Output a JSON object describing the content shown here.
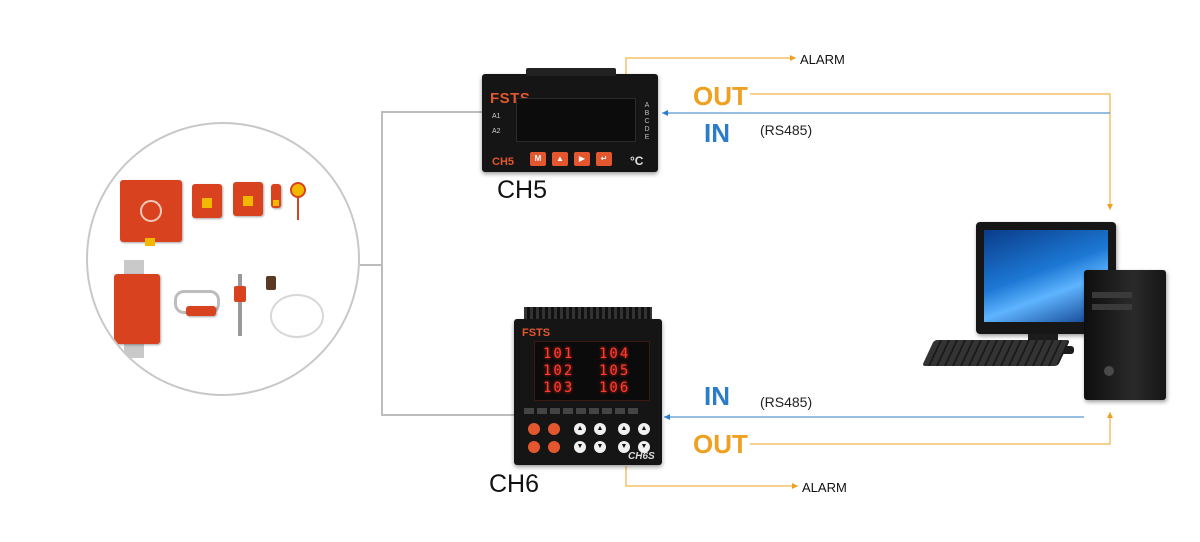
{
  "devices": {
    "ch5": {
      "name": "CH5",
      "brand": "FSTS",
      "model_tag": "CH5",
      "indicator_a1": "A1",
      "indicator_a2": "A2",
      "side_letters": [
        "A",
        "B",
        "C",
        "D",
        "E"
      ],
      "keys": [
        "M",
        "▲",
        "▶",
        "↵"
      ],
      "unit": "°C"
    },
    "ch6": {
      "name": "CH6",
      "brand": "FSTS",
      "model_tag": "CH6S",
      "display_rows": [
        [
          "101",
          "104"
        ],
        [
          "102",
          "105"
        ],
        [
          "103",
          "106"
        ]
      ]
    }
  },
  "signals": {
    "top": {
      "out": "OUT",
      "in": "IN",
      "protocol": "(RS485)",
      "alarm": "ALARM"
    },
    "bottom": {
      "out": "OUT",
      "in": "IN",
      "protocol": "(RS485)",
      "alarm": "ALARM"
    }
  },
  "colors": {
    "out": "#f0a020",
    "in": "#2c7dc9",
    "wire": "#bdbdbd",
    "accent": "#e4572e"
  },
  "icons": [
    "sensor-collection-icon",
    "controller-ch5-icon",
    "controller-ch6-icon",
    "desktop-pc-icon",
    "arrow-icon"
  ]
}
